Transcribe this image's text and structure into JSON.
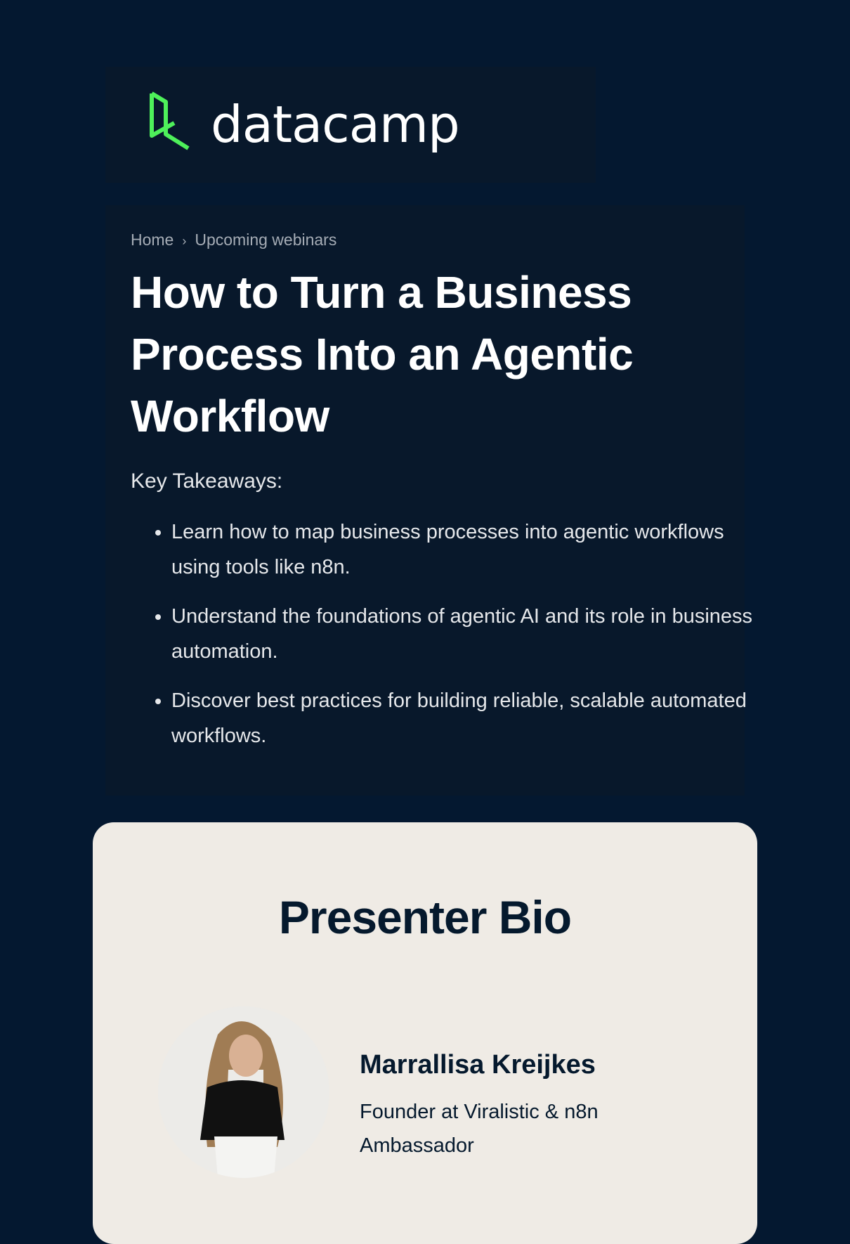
{
  "header": {
    "logo_text": "datacamp",
    "brand_color": "#4ef05a"
  },
  "breadcrumb": {
    "items": [
      "Home",
      "Upcoming webinars"
    ],
    "separator": "›"
  },
  "main": {
    "title": "How to Turn a Business Process Into an Agentic Workflow",
    "takeaways_label": "Key Takeaways:",
    "takeaways": [
      "Learn how to map business processes into agentic workflows using tools like n8n.",
      "Understand the foundations of agentic AI and its role in business automation.",
      "Discover best practices for building reliable, scalable automated workflows."
    ]
  },
  "bio": {
    "heading": "Presenter Bio",
    "name": "Marrallisa Kreijkes",
    "role": "Founder at Viralistic & n8n Ambassador"
  }
}
